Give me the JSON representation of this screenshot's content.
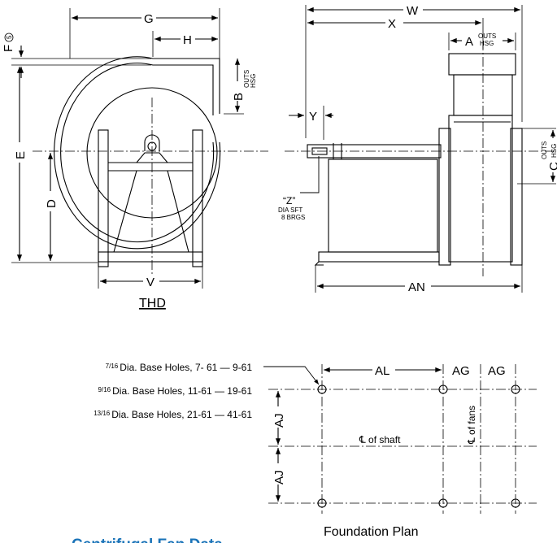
{
  "colors": {
    "ink": "#000000",
    "title": "#1a73b8"
  },
  "side_view": {
    "label_g": "G",
    "label_h": "H",
    "label_f": "F",
    "label_5": "5",
    "label_b": "B",
    "label_b_sub_top": "OUTS",
    "label_b_sub_bot": "HSG",
    "label_e": "E",
    "label_d": "D",
    "label_v": "V",
    "caption": "THD"
  },
  "front_view": {
    "label_w": "W",
    "label_x": "X",
    "label_a": "A",
    "label_a_sub_top": "OUTS",
    "label_a_sub_bot": "HSG",
    "label_y": "Y",
    "label_c": "C",
    "label_c_sub_top": "OUTS",
    "label_c_sub_bot": "HSG",
    "shaft_note_1": "“Z”",
    "shaft_note_2": "DIA SFT",
    "shaft_note_3": "8 BRGS",
    "label_an": "AN"
  },
  "foundation": {
    "notes": [
      {
        "num": "7",
        "den": "16",
        "text": "Dia. Base Holes, 7- 61 — 9-61"
      },
      {
        "num": "9",
        "den": "16",
        "text": "Dia. Base Holes, 11-61 — 19-61"
      },
      {
        "num": "13",
        "den": "16",
        "text": "Dia. Base Holes, 21-61 — 41-61"
      }
    ],
    "label_al": "AL",
    "label_ag": "AG",
    "label_ag2": "AG",
    "label_aj_top": "AJ",
    "label_aj_bot": "AJ",
    "shaft_center": "℄ of shaft",
    "fans_center": "℄ of fans",
    "caption": "Foundation Plan"
  },
  "page": {
    "heading": "Centrifugal Fan Data"
  }
}
